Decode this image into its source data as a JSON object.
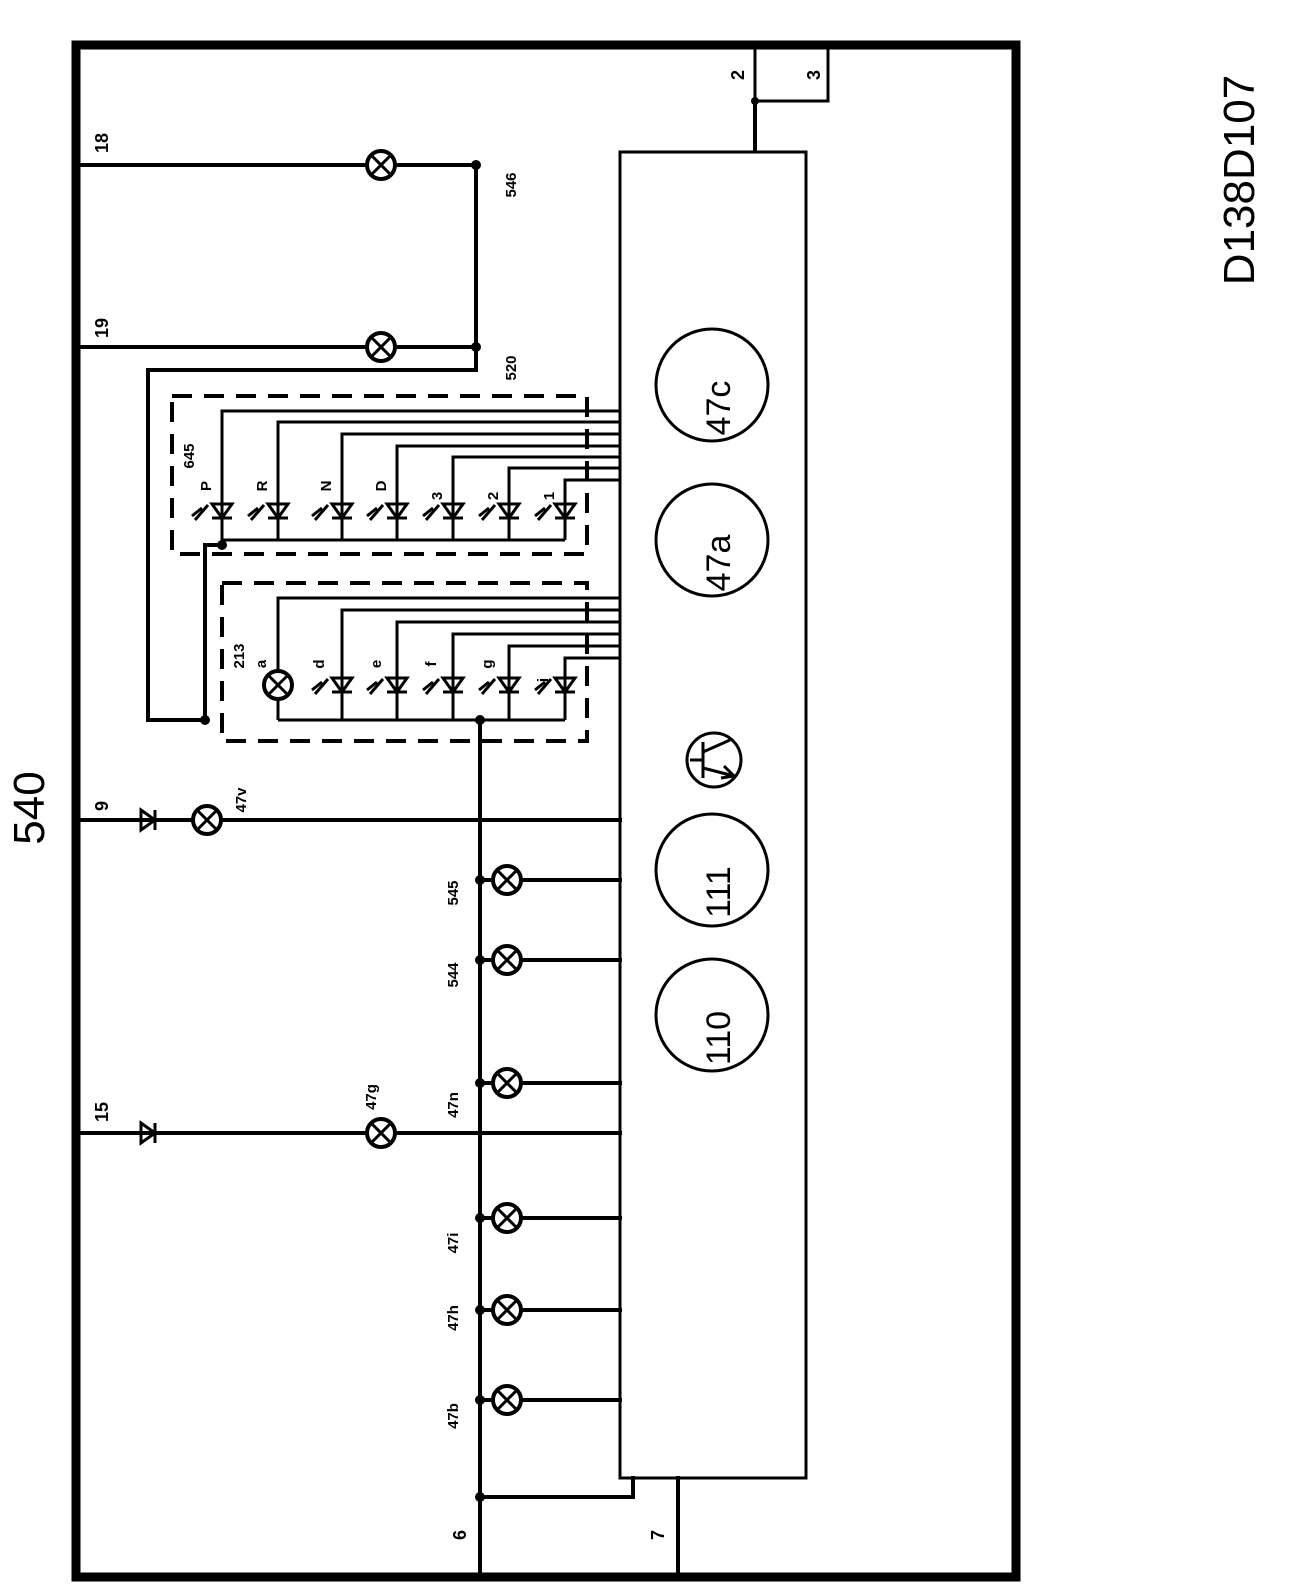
{
  "diagram": {
    "title": "540",
    "code": "D138D107",
    "terminals": {
      "t2": "2",
      "t3": "3",
      "t6": "6",
      "t7": "7",
      "t9": "9",
      "t15": "15",
      "t18": "18",
      "t19": "19"
    },
    "wire_labels": {
      "w546": "546",
      "w520": "520",
      "w545": "545",
      "w544": "544"
    },
    "module_labels": {
      "m645": "645",
      "m213": "213"
    },
    "gear_indicators": [
      "P",
      "R",
      "N",
      "D",
      "3",
      "2",
      "1"
    ],
    "module_indicators": [
      "a",
      "d",
      "e",
      "f",
      "g",
      "i"
    ],
    "gauges": {
      "g47c": "47c",
      "g47a": "47a",
      "g111": "111",
      "g110": "110"
    },
    "lamps": {
      "l47v": "47v",
      "l47g": "47g",
      "l47n": "47n",
      "l47i": "47i",
      "l47h": "47h",
      "l47b": "47b"
    }
  }
}
